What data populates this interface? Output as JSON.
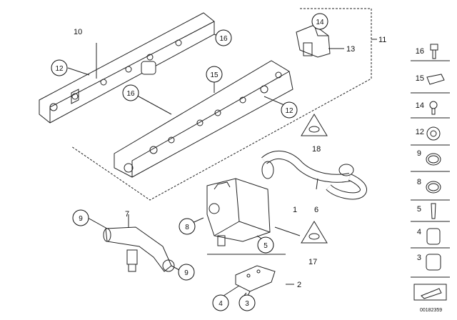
{
  "diagram": {
    "callouts_plain": [
      "10",
      "11",
      "13",
      "18",
      "1",
      "6",
      "7",
      "2",
      "17"
    ],
    "callouts_circled": [
      "12",
      "16",
      "14",
      "15",
      "16",
      "12",
      "9",
      "8",
      "5",
      "9",
      "4",
      "3"
    ],
    "side_panel_labels": [
      "16",
      "15",
      "14",
      "12",
      "9",
      "8",
      "5",
      "4",
      "3"
    ],
    "document_id": "00182359"
  }
}
